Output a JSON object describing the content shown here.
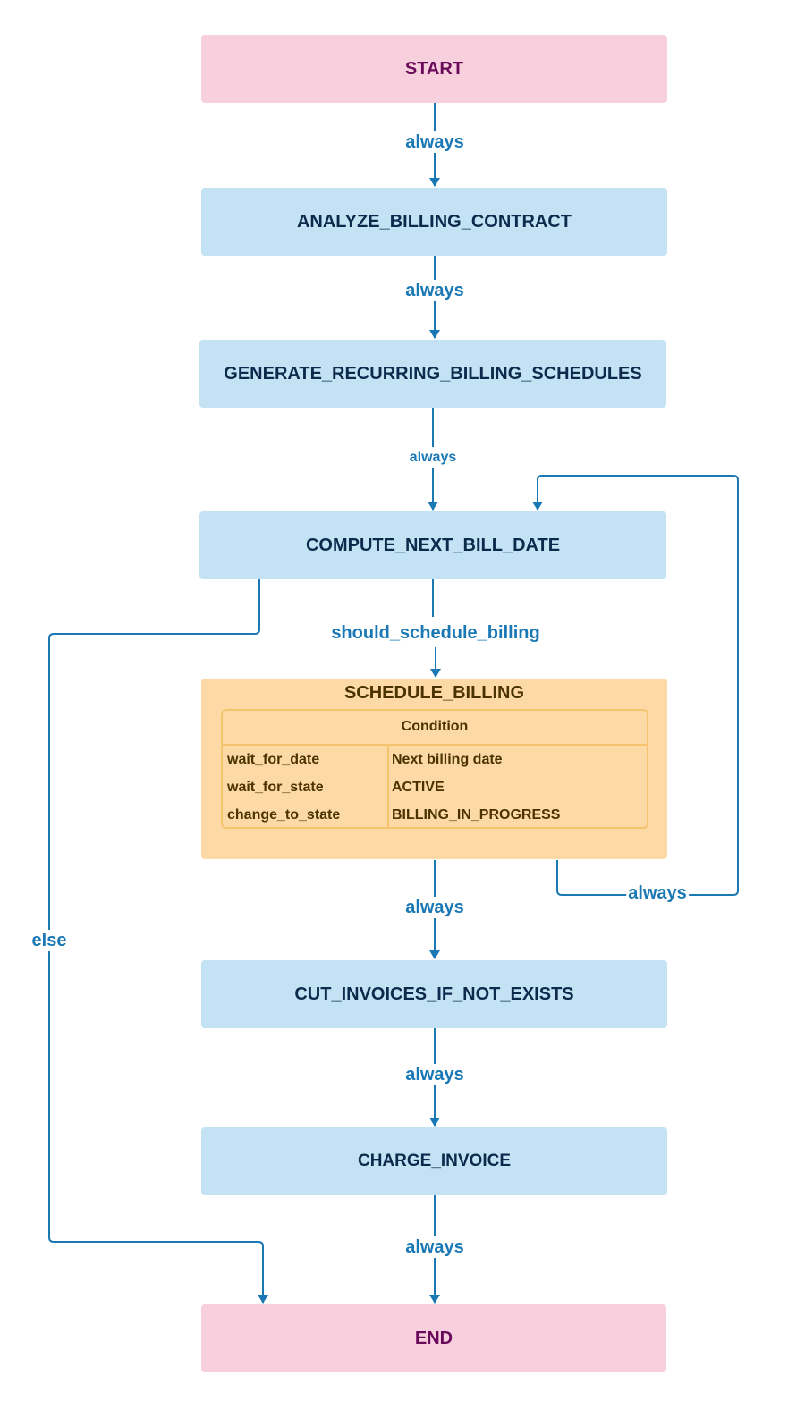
{
  "nodes": {
    "start": "START",
    "analyze": "ANALYZE_BILLING_CONTRACT",
    "generate": "GENERATE_RECURRING_BILLING_SCHEDULES",
    "compute": "COMPUTE_NEXT_BILL_DATE",
    "cut": "CUT_INVOICES_IF_NOT_EXISTS",
    "charge": "CHARGE_INVOICE",
    "end": "END"
  },
  "schedule_billing": {
    "title": "SCHEDULE_BILLING",
    "table_header": "Condition",
    "rows": [
      {
        "key": "wait_for_date",
        "value": "Next billing date"
      },
      {
        "key": "wait_for_state",
        "value": "ACTIVE"
      },
      {
        "key": "change_to_state",
        "value": "BILLING_IN_PROGRESS"
      }
    ]
  },
  "edges": {
    "start_analyze": "always",
    "analyze_generate": "always",
    "generate_compute": "always",
    "compute_schedule": "should_schedule_billing",
    "schedule_loop": "always",
    "schedule_cut": "always",
    "compute_end_else": "else",
    "cut_charge": "always",
    "charge_end": "always"
  },
  "colors": {
    "terminal_fill": "#f8d0dd",
    "terminal_text": "#6a0a5a",
    "step_fill": "#c3e3f5",
    "step_text": "#0d2a4c",
    "group_fill": "#fdd9a6",
    "group_border": "#f6c36e",
    "edge": "#1a78b4"
  }
}
